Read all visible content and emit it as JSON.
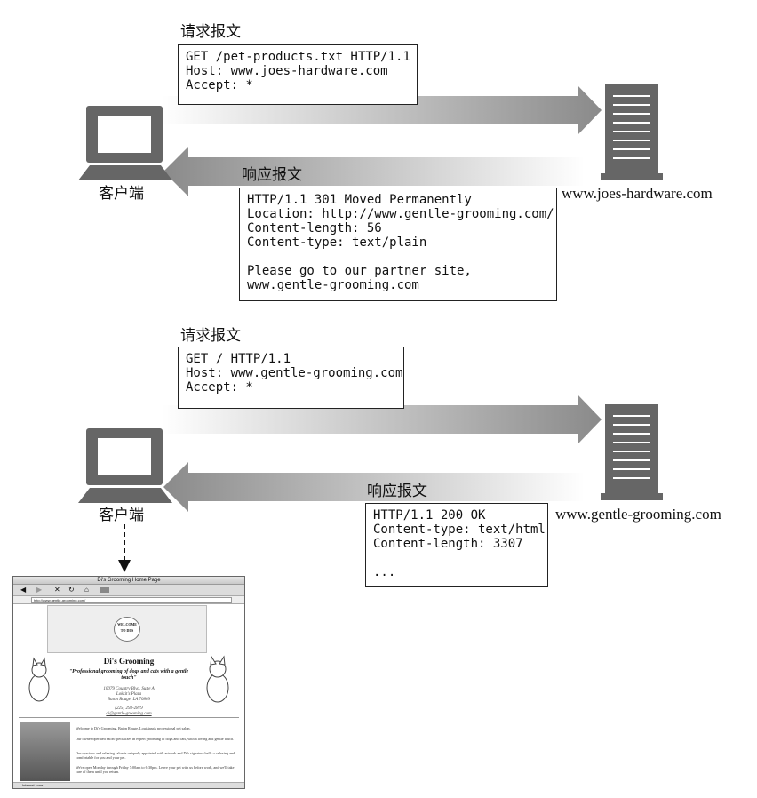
{
  "top": {
    "request_label": "请求报文",
    "request_lines": [
      "GET /pet-products.txt HTTP/1.1",
      "Host: www.joes-hardware.com",
      "Accept: *"
    ],
    "response_label": "响应报文",
    "response_lines": [
      "HTTP/1.1 301 Moved Permanently",
      "Location: http://www.gentle-grooming.com/",
      "Content-length: 56",
      "Content-type: text/plain",
      "",
      "Please go to our partner site,",
      "www.gentle-grooming.com"
    ],
    "client_label": "客户端",
    "server_label": "www.joes-hardware.com"
  },
  "bottom": {
    "request_label": "请求报文",
    "request_lines": [
      "GET / HTTP/1.1",
      "Host: www.gentle-grooming.com",
      "Accept: *"
    ],
    "response_label": "响应报文",
    "response_lines": [
      "HTTP/1.1 200 OK",
      "Content-type: text/html",
      "Content-length: 3307",
      "",
      "..."
    ],
    "client_label": "客户端",
    "server_label": "www.gentle-grooming.com"
  },
  "browser": {
    "window_title": "Di's Grooming Home Page",
    "address": "http://www.gentle-grooming.com/",
    "banner_text": "WELCOME TO DI'S",
    "site_title": "Di's Grooming",
    "tagline": "\"Professional grooming of dogs and cats with a gentle touch\"",
    "address_block": [
      "10079 Country Blvd. Suite A",
      "Lokkit's Plaza",
      "Baton Rouge, LA 70809",
      "",
      "(225) 293-2819",
      "di@gentle-grooming.com"
    ],
    "paragraphs": [
      "Welcome to Di's Grooming, Baton Rouge, Louisiana's professional pet salon.",
      "Our owner-operated salon specializes in expert grooming of dogs and cats, with a loving and gentle touch.",
      "Our spacious and relaxing salon is uniquely appointed with artwork and Di's signature bells -- relaxing and comfortable for you and your pet.",
      "We're open Monday through Friday 7:00am to 6:30pm.  Leave your pet with us before work, and we'll take care of them until you return."
    ],
    "status": "Internet zone"
  }
}
